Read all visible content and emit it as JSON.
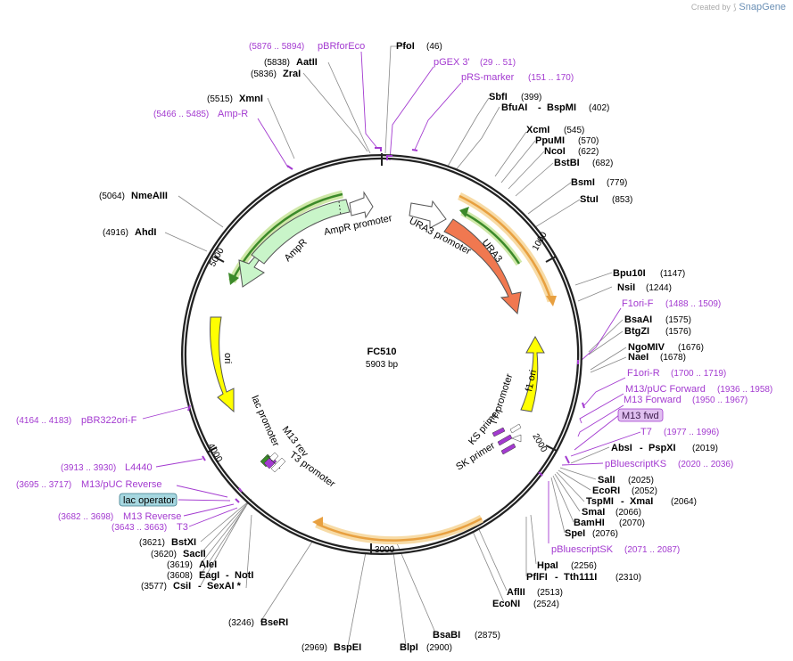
{
  "brand": {
    "created_by": "Created by",
    "name": "SnapGene"
  },
  "plasmid": {
    "name": "FC510",
    "size_label": "5903 bp"
  },
  "ticks": [
    "1000",
    "2000",
    "3000",
    "4000",
    "5000"
  ],
  "enzymes_top": [
    {
      "name": "PfoI",
      "pos": "(46)"
    },
    {
      "name": "AatII",
      "pos": "(5838)"
    },
    {
      "name": "ZraI",
      "pos": "(5836)"
    },
    {
      "name": "XmnI",
      "pos": "(5515)"
    },
    {
      "name": "NmeAIII",
      "pos": "(5064)"
    },
    {
      "name": "AhdI",
      "pos": "(4916)"
    }
  ],
  "enzymes_right": [
    {
      "name": "SbfI",
      "pos": "(399)"
    },
    {
      "name": "BfuAI",
      "name2": "BspMI",
      "pos": "(402)"
    },
    {
      "name": "XcmI",
      "pos": "(545)"
    },
    {
      "name": "PpuMI",
      "pos": "(570)"
    },
    {
      "name": "NcoI",
      "pos": "(622)"
    },
    {
      "name": "BstBI",
      "pos": "(682)"
    },
    {
      "name": "BsmI",
      "pos": "(779)"
    },
    {
      "name": "StuI",
      "pos": "(853)"
    },
    {
      "name": "Bpu10I",
      "pos": "(1147)"
    },
    {
      "name": "NsiI",
      "pos": "(1244)"
    },
    {
      "name": "BsaAI",
      "pos": "(1575)"
    },
    {
      "name": "BtgZI",
      "pos": "(1576)"
    },
    {
      "name": "NgoMIV",
      "pos": "(1676)"
    },
    {
      "name": "NaeI",
      "pos": "(1678)"
    },
    {
      "name": "AbsI",
      "name2": "PspXI",
      "pos": "(2019)"
    },
    {
      "name": "SalI",
      "pos": "(2025)"
    },
    {
      "name": "EcoRI",
      "pos": "(2052)"
    },
    {
      "name": "TspMI",
      "name2": "XmaI",
      "pos": "(2064)"
    },
    {
      "name": "SmaI",
      "pos": "(2066)"
    },
    {
      "name": "BamHI",
      "pos": "(2070)"
    },
    {
      "name": "SpeI",
      "pos": "(2076)"
    },
    {
      "name": "HpaI",
      "pos": "(2256)"
    },
    {
      "name": "PflFI",
      "name2": "Tth111I",
      "pos": "(2310)"
    },
    {
      "name": "AflII",
      "pos": "(2513)"
    },
    {
      "name": "EcoNI",
      "pos": "(2524)"
    },
    {
      "name": "BsaBI",
      "pos": "(2875)"
    },
    {
      "name": "BlpI",
      "pos": "(2900)"
    },
    {
      "name": "BspEI",
      "pos": "(2969)"
    }
  ],
  "enzymes_left": [
    {
      "name": "BseRI",
      "pos": "(3246)"
    },
    {
      "name": "BstXI",
      "pos": "(3621)"
    },
    {
      "name": "SacII",
      "pos": "(3620)"
    },
    {
      "name": "AleI",
      "pos": "(3619)"
    },
    {
      "name": "EagI",
      "name2": "NotI",
      "pos": "(3608)"
    },
    {
      "name": "CsiI",
      "name2": "SexAI *",
      "pos": "(3577)"
    }
  ],
  "primers": [
    {
      "name": "pBRforEco",
      "pos": "(5876 .. 5894)"
    },
    {
      "name": "pGEX 3'",
      "pos": "(29 .. 51)"
    },
    {
      "name": "pRS-marker",
      "pos": "(151 .. 170)"
    },
    {
      "name": "Amp-R",
      "pos": "(5466 .. 5485)"
    },
    {
      "name": "F1ori-F",
      "pos": "(1488 .. 1509)"
    },
    {
      "name": "F1ori-R",
      "pos": "(1700 .. 1719)"
    },
    {
      "name": "M13/pUC Forward",
      "pos": "(1936 .. 1958)"
    },
    {
      "name": "M13 Forward",
      "pos": "(1950 .. 1967)"
    },
    {
      "name": "M13 fwd",
      "pos": ""
    },
    {
      "name": "T7",
      "pos": "(1977 .. 1996)"
    },
    {
      "name": "pBluescriptKS",
      "pos": "(2020 .. 2036)"
    },
    {
      "name": "pBluescriptSK",
      "pos": "(2071 .. 2087)"
    },
    {
      "name": "pBR322ori-F",
      "pos": "(4164 .. 4183)"
    },
    {
      "name": "L4440",
      "pos": "(3913 .. 3930)"
    },
    {
      "name": "M13/pUC Reverse",
      "pos": "(3695 .. 3717)"
    },
    {
      "name": "lac operator",
      "pos": ""
    },
    {
      "name": "M13 Reverse",
      "pos": "(3682 .. 3698)"
    },
    {
      "name": "T3",
      "pos": "(3643 .. 3663)"
    }
  ],
  "features": [
    {
      "name": "AmpR promoter"
    },
    {
      "name": "AmpR"
    },
    {
      "name": "URA3 promoter"
    },
    {
      "name": "URA3"
    },
    {
      "name": "ori"
    },
    {
      "name": "f1 ori"
    },
    {
      "name": "lac promoter"
    },
    {
      "name": "M13 rev"
    },
    {
      "name": "T3 promoter"
    },
    {
      "name": "KS primer"
    },
    {
      "name": "T7 promoter"
    },
    {
      "name": "SK primer"
    }
  ],
  "colors": {
    "ampr": "#c9f5c9",
    "ampr_border": "#4a9a3a",
    "ura3": "#f07850",
    "ori": "#ffff00",
    "primer": "#a33ad0",
    "orf": "#e8a040",
    "orf_glow": "#f7dba6",
    "green_orf": "#3c8a2a",
    "green_glow": "#cfe8a8",
    "lac_operator": "#a6d7e0",
    "m13fwd_box": "#e0c0f0"
  }
}
